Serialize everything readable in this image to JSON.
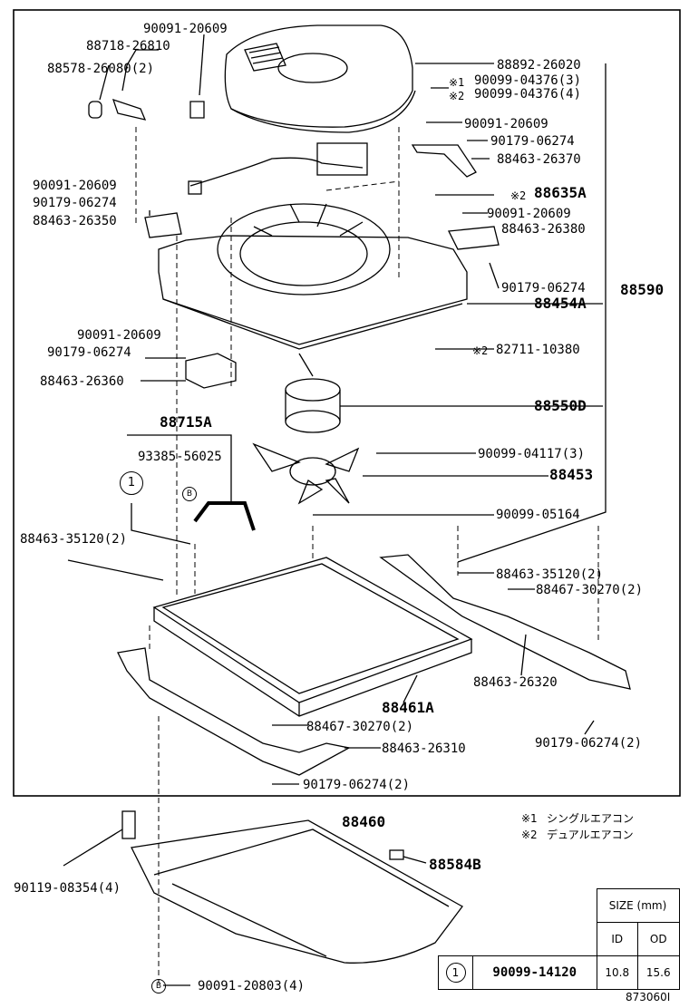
{
  "labels": {
    "p1": "90091-20609",
    "p2": "88718-26810",
    "p3": "88578-26080(2)",
    "p4": "88892-26020",
    "p5_mark": "※1",
    "p5": "90099-04376(3)",
    "p6_mark": "※2",
    "p6": "90099-04376(4)",
    "p7": "90091-20609",
    "p8": "90179-06274",
    "p9": "88463-26370",
    "p10": "90091-20609",
    "p11": "90179-06274",
    "p12": "88463-26350",
    "p13_mark": "※2",
    "p13": "88635A",
    "p14": "90091-20609",
    "p15": "88463-26380",
    "p16": "90179-06274",
    "p17": "88590",
    "p18": "88454A",
    "p19": "90091-20609",
    "p20": "90179-06274",
    "p21_mark": "※2",
    "p21": "82711-10380",
    "p22": "88463-26360",
    "p23": "88550D",
    "p24": "88715A",
    "p25": "93385-56025",
    "p26": "90099-04117(3)",
    "p27": "88453",
    "p28": "90099-05164",
    "p29": "88463-35120(2)",
    "p30": "88463-35120(2)",
    "p31": "88467-30270(2)",
    "p32": "88463-26320",
    "p33": "88461A",
    "p34": "90179-06274(2)",
    "p35": "88467-30270(2)",
    "p36": "88463-26310",
    "p37": "90179-06274(2)",
    "p38": "88460",
    "p39": "90119-08354(4)",
    "p40": "88584B",
    "p41": "90091-20803(4)",
    "circle1": "1",
    "circleB": "B"
  },
  "notes": {
    "n1_mark": "※1",
    "n1": "シングルエアコン",
    "n2_mark": "※2",
    "n2": "デュアルエアコン"
  },
  "size_table": {
    "header": "SIZE (mm)",
    "col_id": "ID",
    "col_od": "OD",
    "row_marker": "1",
    "row_part": "90099-14120",
    "row_id": "10.8",
    "row_od": "15.6"
  },
  "figure_number": "873060I"
}
